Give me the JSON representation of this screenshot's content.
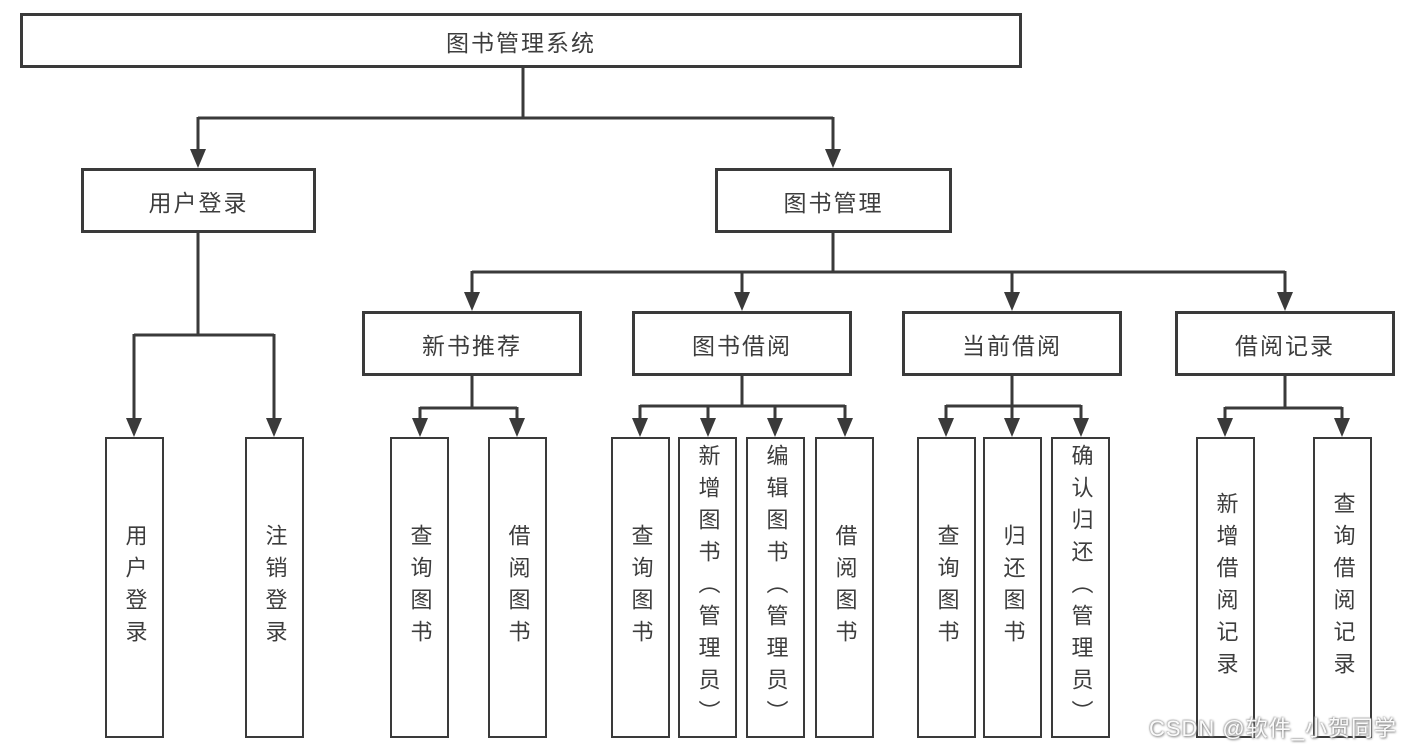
{
  "tree": {
    "root": "图书管理系统",
    "branches": [
      {
        "label": "用户登录",
        "children": [
          "用户登录",
          "注销登录"
        ]
      },
      {
        "label": "图书管理",
        "children": [
          {
            "label": "新书推荐",
            "children": [
              "查询图书",
              "借阅图书"
            ]
          },
          {
            "label": "图书借阅",
            "children": [
              "查询图书",
              "新增图书（管理员）",
              "编辑图书（管理员）",
              "借阅图书"
            ]
          },
          {
            "label": "当前借阅",
            "children": [
              "查询图书",
              "归还图书",
              "确认归还（管理员）"
            ]
          },
          {
            "label": "借阅记录",
            "children": [
              "新增借阅记录",
              "查询借阅记录"
            ]
          }
        ]
      }
    ]
  },
  "colors": {
    "line": "#3a3a3a",
    "text": "#3d3d3d",
    "background": "#ffffff"
  },
  "watermark": "CSDN @软件_小贺同学"
}
